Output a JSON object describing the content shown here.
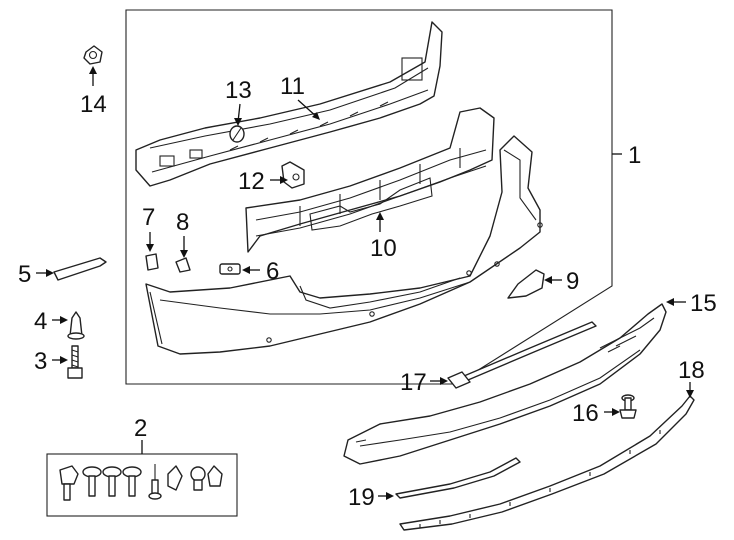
{
  "diagram": {
    "callouts": {
      "c1": "1",
      "c2": "2",
      "c3": "3",
      "c4": "4",
      "c5": "5",
      "c6": "6",
      "c7": "7",
      "c8": "8",
      "c9": "9",
      "c10": "10",
      "c11": "11",
      "c12": "12",
      "c13": "13",
      "c14": "14",
      "c15": "15",
      "c16": "16",
      "c17": "17",
      "c18": "18",
      "c19": "19"
    }
  }
}
